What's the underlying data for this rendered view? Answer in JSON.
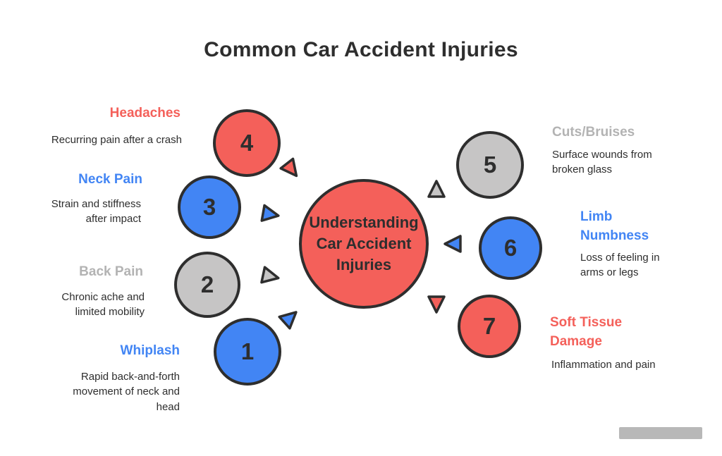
{
  "title": "Common Car Accident Injuries",
  "center": {
    "lines": "Understanding Car Accident Injuries",
    "line1": "Understanding",
    "line2": "Car Accident",
    "line3": "Injuries"
  },
  "colors": {
    "red": "#F4605A",
    "blue": "#4285F4",
    "gray_circle": "#C6C5C5",
    "gray_label": "#B3B3B3",
    "outline": "#2E2E2E",
    "background": "#FFFFFF"
  },
  "items": [
    {
      "number": "1",
      "label": "Whiplash",
      "color": "blue",
      "description": "Rapid back-and-forth\nmovement of neck and\nhead"
    },
    {
      "number": "2",
      "label": "Back Pain",
      "color": "gray",
      "description": "Chronic ache and\nlimited mobility"
    },
    {
      "number": "3",
      "label": "Neck Pain",
      "color": "blue",
      "description": "Strain and stiffness\nafter impact"
    },
    {
      "number": "4",
      "label": "Headaches",
      "color": "red",
      "description": "Recurring pain after a crash"
    },
    {
      "number": "5",
      "label": "Cuts/Bruises",
      "color": "gray",
      "description": "Surface wounds from\nbroken glass"
    },
    {
      "number": "6",
      "label": "Limb\nNumbness",
      "color": "blue",
      "description": "Loss of feeling in\narms or legs"
    },
    {
      "number": "7",
      "label": "Soft Tissue\nDamage",
      "color": "red",
      "description": "Inflammation and pain"
    }
  ]
}
